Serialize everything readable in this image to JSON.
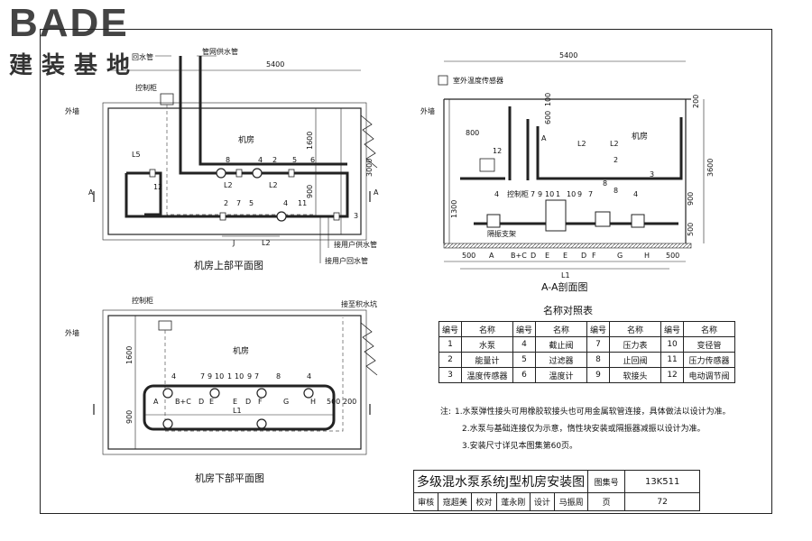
{
  "logo": {
    "brand": "BADE",
    "subtitle": "建装基地"
  },
  "upper_plan": {
    "title": "机房上部平面图",
    "labels": {
      "return_pipe": "回水管",
      "supply_pipe": "管网供水管",
      "control_cabinet": "控制柜",
      "outer_wall": "外墙",
      "room": "机房",
      "user_supply": "接用户供水管",
      "user_return": "接用户回水管",
      "section_mark": "A"
    },
    "dims": {
      "width": "5400",
      "depth": "3000",
      "d1600": "1600",
      "d900": "900",
      "L5": "L5",
      "L2": "L2",
      "L2b": "L2",
      "J": "J",
      "L2c": "L2",
      "n12": "12"
    },
    "item_numbers": [
      "8",
      "4",
      "2",
      "5",
      "6",
      "2",
      "7",
      "5",
      "4",
      "11",
      "3"
    ]
  },
  "section_aa": {
    "title": "A-A剖面图",
    "labels": {
      "outdoor_sensor": "室外温度传感器",
      "outer_wall": "外墙",
      "control_cabinet": "控制柜",
      "room": "机房",
      "support": "隔振支架"
    },
    "dims": {
      "width": "5400",
      "height": "3600",
      "d100": "100",
      "d600": "600",
      "d800": "800",
      "d1300": "1300",
      "d900": "900",
      "d500": "500",
      "d200": "200",
      "L2": "L2",
      "L2b": "L2",
      "L1": "L1"
    },
    "bottom_segments": [
      "500",
      "A",
      "B+C",
      "D",
      "E",
      "E",
      "D",
      "F",
      "G",
      "H",
      "500"
    ],
    "item_numbers": [
      "12",
      "A",
      "3",
      "8",
      "4",
      "7",
      "9",
      "10",
      "1",
      "10",
      "9",
      "7",
      "8",
      "2",
      "4"
    ]
  },
  "lower_plan": {
    "title": "机房下部平面图",
    "labels": {
      "control_cabinet": "控制柜",
      "sump": "接至积水坑",
      "outer_wall": "外墙",
      "room": "机房"
    },
    "dims": {
      "d1600": "1600",
      "d900": "900",
      "d500": "500",
      "d200": "200",
      "L1": "L1"
    },
    "segments": [
      "A",
      "B+C",
      "D",
      "E",
      "E",
      "D",
      "F",
      "G",
      "H"
    ],
    "item_numbers": [
      "4",
      "7",
      "9",
      "10",
      "1",
      "10",
      "9",
      "7",
      "8",
      "4"
    ]
  },
  "legend": {
    "title": "名称对照表",
    "col_no": "编号",
    "col_name": "名称",
    "rows": [
      [
        {
          "no": "1",
          "name": "水泵"
        },
        {
          "no": "4",
          "name": "截止阀"
        },
        {
          "no": "7",
          "name": "压力表"
        },
        {
          "no": "10",
          "name": "变径管"
        }
      ],
      [
        {
          "no": "2",
          "name": "能量计"
        },
        {
          "no": "5",
          "name": "过滤器"
        },
        {
          "no": "8",
          "name": "止回阀"
        },
        {
          "no": "11",
          "name": "压力传感器"
        }
      ],
      [
        {
          "no": "3",
          "name": "温度传感器"
        },
        {
          "no": "6",
          "name": "温度计"
        },
        {
          "no": "9",
          "name": "软接头"
        },
        {
          "no": "12",
          "name": "电动调节阀"
        }
      ]
    ]
  },
  "notes": {
    "prefix": "注:",
    "items": [
      "1.水泵弹性接头可用橡胶软接头也可用金属软管连接，具体做法以设计为准。",
      "2.水泵与基础连接仅为示意，惰性块安装或隔振器减振以设计为准。",
      "3.安装尺寸详见本图集第60页。"
    ]
  },
  "title_block": {
    "title": "多级混水泵系统J型机房安装图",
    "atlas_label": "图集号",
    "atlas_no": "13K511",
    "review_label": "审核",
    "reviewer": "寇超美",
    "check_label": "校对",
    "checker": "蓬永刚",
    "design_label": "设计",
    "designer": "马振周",
    "page_label": "页",
    "page_no": "72"
  },
  "colors": {
    "line": "#222222",
    "pipe": "#222222",
    "dash": "#555555"
  }
}
